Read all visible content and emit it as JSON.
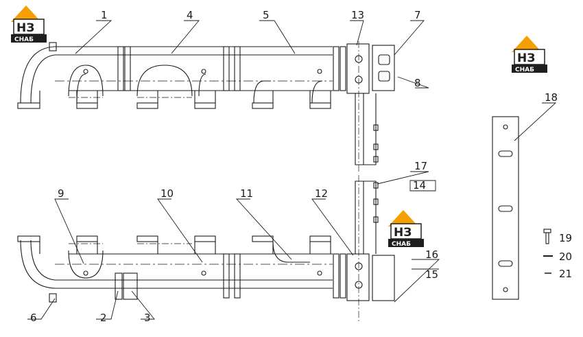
{
  "logos": [
    {
      "top": "НЗ",
      "bottom": "СНАБ"
    },
    {
      "top": "НЗ",
      "bottom": "СНАБ"
    },
    {
      "top": "НЗ",
      "bottom": "СНАБ"
    }
  ],
  "callouts": [
    "1",
    "2",
    "3",
    "4",
    "5",
    "6",
    "7",
    "8",
    "9",
    "10",
    "11",
    "12",
    "13",
    "14",
    "15",
    "16",
    "17",
    "18",
    "19",
    "20",
    "21"
  ],
  "colors": {
    "line": "#1a1a1a",
    "logo_orange": "#f5a000",
    "logo_dark": "#1e1e1e",
    "logo_bg": "#ffffff"
  }
}
